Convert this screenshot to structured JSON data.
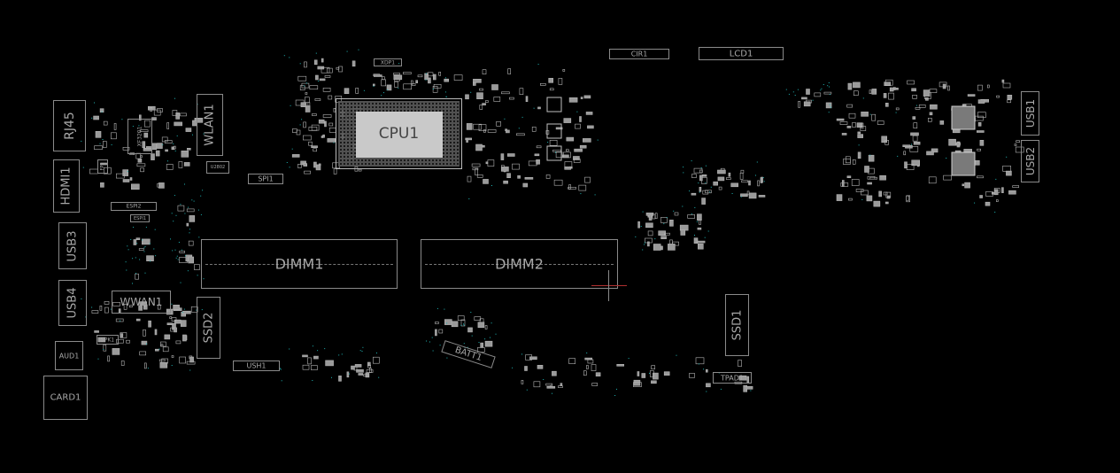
{
  "board": {
    "labels": {
      "cpu": "CPU1",
      "dimm1": "DIMM1",
      "dimm2": "DIMM2",
      "rj45": "RJ45",
      "hdmi": "HDMI1",
      "usb3": "USB3",
      "usb4": "USB4",
      "wlan": "WLAN1",
      "wwan": "WWAN1",
      "ssd1": "SSD1",
      "ssd2": "SSD2",
      "usb1": "USB1",
      "usb2": "USB2",
      "lcd": "LCD1",
      "cir": "CIR1",
      "xdp": "XDP1",
      "spi": "SPI1",
      "espi": "ESPI2",
      "espi1": "ESPI1",
      "batt": "BATT1",
      "tpad": "TPAD1",
      "usb_h": "USH1",
      "spk": "SPK1",
      "aud": "AUD1",
      "card": "CARD1",
      "xf": "XF3201",
      "u": "U2802",
      "fp": "FP2"
    },
    "colors": {
      "background": "#000000",
      "outline": "#8a8a8a",
      "label": "#a8a8a8",
      "via": "#1fb5b5",
      "marker": "#b03030"
    }
  }
}
